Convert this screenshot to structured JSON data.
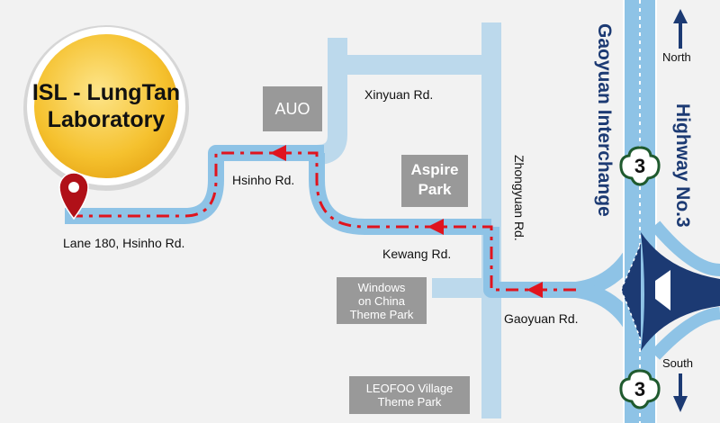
{
  "title": "ISL - LungTan Laboratory",
  "title_lines": [
    "ISL - LungTan",
    "Laboratory"
  ],
  "roads": {
    "lane180": "Lane 180, Hsinho Rd.",
    "hsinho": "Hsinho Rd.",
    "xinyuan": "Xinyuan Rd.",
    "kewang": "Kewang Rd.",
    "zhongyuan": "Zhongyuan Rd.",
    "gaoyuan_rd": "Gaoyuan Rd.",
    "interchange": "Gaoyuan Interchange",
    "highway": "Highway No.3"
  },
  "landmarks": {
    "auo": "AUO",
    "aspire": [
      "Aspire",
      "Park"
    ],
    "windows": [
      "Windows",
      "on China",
      "Theme Park"
    ],
    "leofoo": [
      "LEOFOO Village",
      "Theme Park"
    ]
  },
  "directions": {
    "north": "North",
    "south": "South"
  },
  "highway_number": "3",
  "icons": {
    "location": "map-pin-icon",
    "north": "arrow-up-icon",
    "south": "arrow-down-icon",
    "highway": "highway-shield-icon"
  },
  "colors": {
    "road": "#8ec3e6",
    "road_light": "#bcd9ec",
    "route": "#e0141e",
    "highway_dark": "#1c3a73",
    "badge_fill": "#f2b81e",
    "landmark": "#999999",
    "shield": "#1f5a2e"
  }
}
